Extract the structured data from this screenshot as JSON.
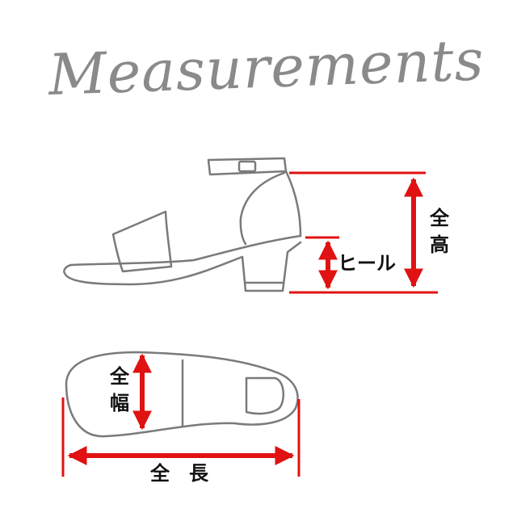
{
  "title": "Measurements",
  "labels": {
    "total_height": [
      "全",
      "高"
    ],
    "heel": "ヒール",
    "total_width": [
      "全",
      "幅"
    ],
    "total_length": "全　長"
  },
  "colors": {
    "sketch": "#7a7a7a",
    "title": "#8a8a8a",
    "arrow": "#e01212",
    "text": "#111111",
    "background": "#ffffff"
  }
}
